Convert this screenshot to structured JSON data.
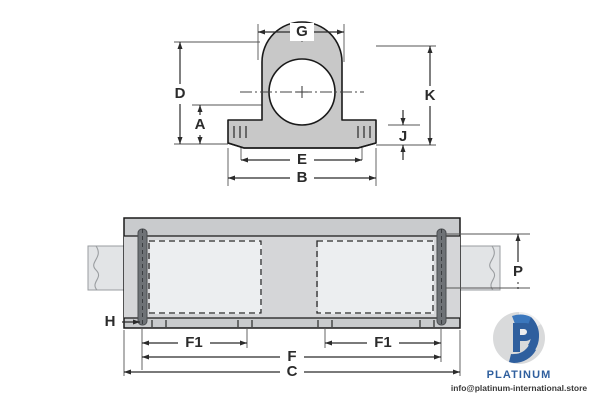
{
  "document": {
    "type": "technical-drawing",
    "subject": "pillow-block-bearing-housing-dimension-diagram",
    "background_color": "#ffffff"
  },
  "colors": {
    "line": "#1a1a1a",
    "housing_fill": "#c8c8c8",
    "housing_fill_light": "#d5d5d5",
    "body_fill": "#c9cbcd",
    "inner_fill": "#e9eaec",
    "band_fill": "#bfc2c4",
    "bolt_fill": "#6e7276",
    "shaft_fill": "#e2e4e6",
    "dim_line": "#2b2b2b",
    "center_line": "#555555",
    "brand_blue": "#2f5f9e",
    "watermark_gray": "#d9dadb",
    "text": "#2b2b2b"
  },
  "views": {
    "front_view": {
      "name": "front-elevation",
      "description": "Pillow block housing front elevation with bore"
    },
    "top_view": {
      "name": "plan-view",
      "description": "Pillow block housing plan view with shaft"
    }
  },
  "dimensions": {
    "front": [
      {
        "key": "G",
        "label": "G",
        "orientation": "horizontal",
        "position": "top"
      },
      {
        "key": "D",
        "label": "D",
        "orientation": "vertical",
        "position": "left-outer"
      },
      {
        "key": "A",
        "label": "A",
        "orientation": "vertical",
        "position": "left-inner"
      },
      {
        "key": "K",
        "label": "K",
        "orientation": "vertical",
        "position": "right-outer"
      },
      {
        "key": "J",
        "label": "J",
        "orientation": "vertical",
        "position": "right-inner"
      },
      {
        "key": "E",
        "label": "E",
        "orientation": "horizontal",
        "position": "bottom-inner"
      },
      {
        "key": "B",
        "label": "B",
        "orientation": "horizontal",
        "position": "bottom-outer"
      }
    ],
    "top": [
      {
        "key": "P",
        "label": "P",
        "orientation": "vertical",
        "position": "right"
      },
      {
        "key": "H",
        "label": "H",
        "orientation": "horizontal",
        "position": "left"
      },
      {
        "key": "F1_left",
        "label": "F1",
        "orientation": "horizontal",
        "position": "bottom-left"
      },
      {
        "key": "F1_right",
        "label": "F1",
        "orientation": "horizontal",
        "position": "bottom-right"
      },
      {
        "key": "F",
        "label": "F",
        "orientation": "horizontal",
        "position": "bottom-middle"
      },
      {
        "key": "C",
        "label": "C",
        "orientation": "horizontal",
        "position": "bottom-outer"
      }
    ]
  },
  "watermark": {
    "brand": "PLATINUM",
    "email": "info@platinum-international.store",
    "logo_letter": "P"
  }
}
